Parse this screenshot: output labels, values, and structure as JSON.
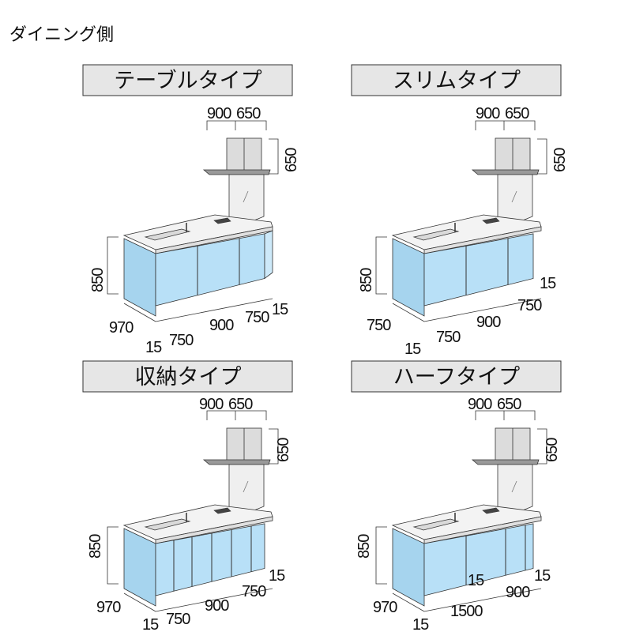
{
  "heading": "ダイニング側",
  "panels": [
    {
      "title": "テーブルタイプ",
      "hood_dims": {
        "left": "900",
        "right": "650"
      },
      "hood_height": "650",
      "height": "850",
      "dims": {
        "depth": "970",
        "left_gap": "15",
        "seg1": "750",
        "seg2": "900",
        "seg3": "750",
        "right_gap": "15"
      }
    },
    {
      "title": "スリムタイプ",
      "hood_dims": {
        "left": "900",
        "right": "650"
      },
      "hood_height": "650",
      "height": "850",
      "dims": {
        "depth": "750",
        "left_gap": "15",
        "seg1": "750",
        "seg2": "900",
        "seg3": "750",
        "right_gap": "15"
      }
    },
    {
      "title": "収納タイプ",
      "hood_dims": {
        "left": "900",
        "right": "650"
      },
      "hood_height": "650",
      "height": "850",
      "dims": {
        "depth": "970",
        "left_gap": "15",
        "seg1": "750",
        "seg2": "900",
        "seg3": "750",
        "right_gap": "15"
      }
    },
    {
      "title": "ハーフタイプ",
      "hood_dims": {
        "left": "900",
        "right": "650"
      },
      "hood_height": "650",
      "height": "850",
      "dims": {
        "depth": "970",
        "left_gap": "15",
        "seg1": "1500",
        "mid_gap": "15",
        "seg2": "900",
        "right_gap": "15"
      }
    }
  ],
  "colors": {
    "door": "#b8e0f7",
    "side": "#a6d4ee",
    "title_bg": "#e6e6e6",
    "line": "#333333"
  }
}
